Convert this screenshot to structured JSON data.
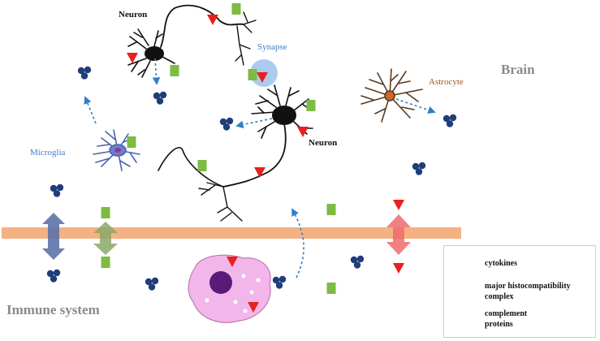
{
  "labels": {
    "neuron_top": "Neuron",
    "neuron_mid": "Neuron",
    "synapse": "Synapse",
    "astrocyte": "Astrocyte",
    "microglia": "Microglia",
    "brain": "Brain",
    "immune_system": "Immune system"
  },
  "legend": {
    "cytokines": "cytokines",
    "mhc_line1": "major histocompatibility",
    "mhc_line2": "complex",
    "complement_line1": "complement",
    "complement_line2": "proteins"
  },
  "colors": {
    "barrier": "#f4b183",
    "mhc": "#7dbb42",
    "complement": "#e8201f",
    "cytokine": "#1f3d7a",
    "arrow_dashed": "#2f7fc9",
    "microglia": "#4a64b0",
    "astrocyte": "#5b3a20",
    "macrophage": "#f2b6ea",
    "synapse_halo": "#9cc3ea"
  }
}
